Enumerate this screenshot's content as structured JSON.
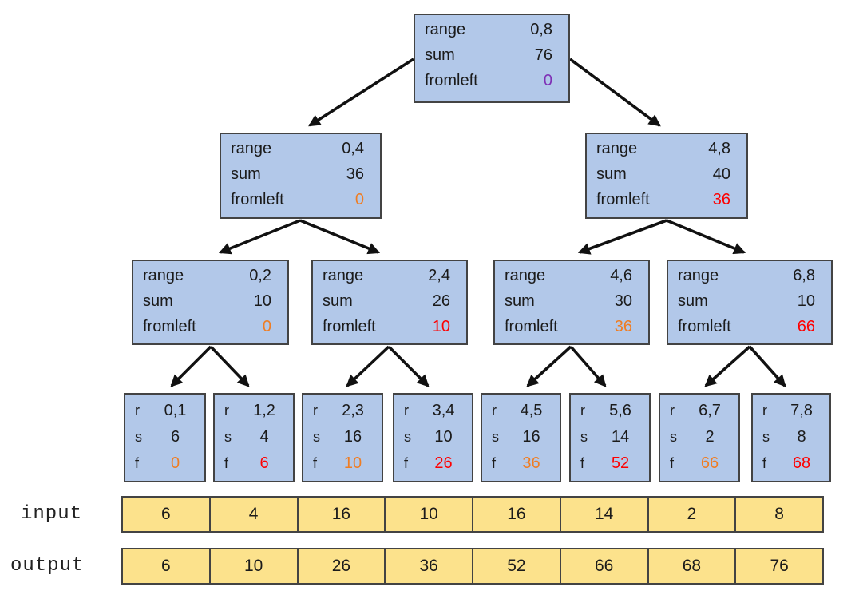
{
  "labels": {
    "range": "range",
    "sum": "sum",
    "fromleft": "fromleft",
    "r": "r",
    "s": "s",
    "f": "f",
    "input": "input",
    "output": "output"
  },
  "colors": {
    "node_fill": "#b2c8e9",
    "node_border": "#434343",
    "cell_fill": "#fce28c",
    "arrow": "#111111",
    "text": "#1b1b1b",
    "orange": "#ef7d23",
    "red": "#fe0000",
    "purple": "#7e2fb5"
  },
  "nodes": [
    {
      "range": "0,8",
      "sum": "76",
      "fromleft": "0",
      "fromleft_color": "#7e2fb5"
    },
    {
      "range": "0,4",
      "sum": "36",
      "fromleft": "0",
      "fromleft_color": "#ef7d23"
    },
    {
      "range": "4,8",
      "sum": "40",
      "fromleft": "36",
      "fromleft_color": "#fe0000"
    },
    {
      "range": "0,2",
      "sum": "10",
      "fromleft": "0",
      "fromleft_color": "#ef7d23"
    },
    {
      "range": "2,4",
      "sum": "26",
      "fromleft": "10",
      "fromleft_color": "#fe0000"
    },
    {
      "range": "4,6",
      "sum": "30",
      "fromleft": "36",
      "fromleft_color": "#ef7d23"
    },
    {
      "range": "6,8",
      "sum": "10",
      "fromleft": "66",
      "fromleft_color": "#fe0000"
    }
  ],
  "leaves": [
    {
      "r": "0,1",
      "s": "6",
      "f": "0",
      "f_color": "#ef7d23"
    },
    {
      "r": "1,2",
      "s": "4",
      "f": "6",
      "f_color": "#fe0000"
    },
    {
      "r": "2,3",
      "s": "16",
      "f": "10",
      "f_color": "#ef7d23"
    },
    {
      "r": "3,4",
      "s": "10",
      "f": "26",
      "f_color": "#fe0000"
    },
    {
      "r": "4,5",
      "s": "16",
      "f": "36",
      "f_color": "#ef7d23"
    },
    {
      "r": "5,6",
      "s": "14",
      "f": "52",
      "f_color": "#fe0000"
    },
    {
      "r": "6,7",
      "s": "2",
      "f": "66",
      "f_color": "#ef7d23"
    },
    {
      "r": "7,8",
      "s": "8",
      "f": "68",
      "f_color": "#fe0000"
    }
  ],
  "input": {
    "values": [
      "6",
      "4",
      "16",
      "10",
      "16",
      "14",
      "2",
      "8"
    ]
  },
  "output": {
    "values": [
      "6",
      "10",
      "26",
      "36",
      "52",
      "66",
      "68",
      "76"
    ]
  }
}
